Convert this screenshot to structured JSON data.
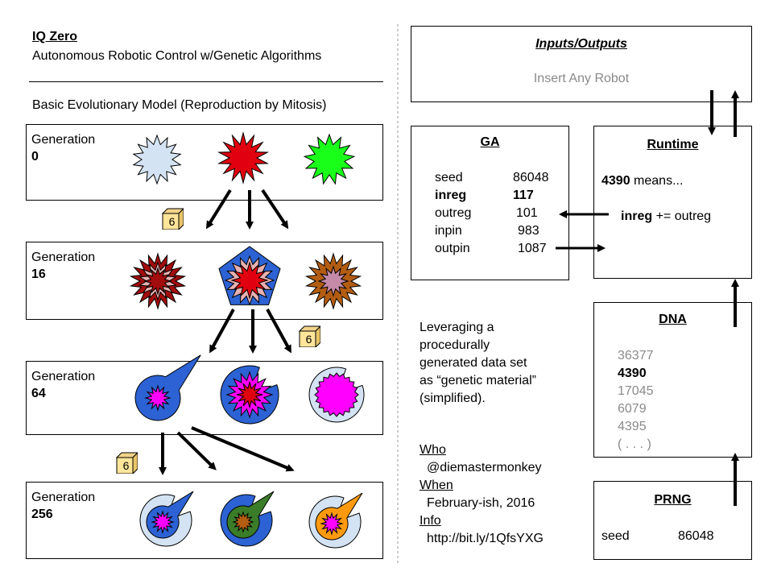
{
  "header": {
    "title": "IQ Zero",
    "subtitle": "Autonomous Robotic Control w/Genetic Algorithms"
  },
  "model_heading": "Basic Evolutionary Model (Reproduction by Mitosis)",
  "generations": [
    {
      "label": "Generation",
      "number": "0"
    },
    {
      "label": "Generation",
      "number": "16"
    },
    {
      "label": "Generation",
      "number": "64"
    },
    {
      "label": "Generation",
      "number": "256"
    }
  ],
  "dice": [
    "6",
    "6",
    "6"
  ],
  "io": {
    "title": "Inputs/Outputs",
    "placeholder": "Insert Any Robot"
  },
  "ga": {
    "title": "GA",
    "rows": [
      {
        "key": "seed",
        "value": "86048"
      },
      {
        "key": "inreg",
        "value": "117"
      },
      {
        "key": "outreg",
        "value": "101"
      },
      {
        "key": "inpin",
        "value": "983"
      },
      {
        "key": "outpin",
        "value": "1087"
      }
    ]
  },
  "runtime": {
    "title": "Runtime",
    "means_value": "4390",
    "means_suffix": " means...",
    "op_key": "inreg",
    "op_suffix": " += outreg"
  },
  "dna": {
    "title": "DNA",
    "values": [
      "36377",
      "4390",
      "17045",
      "6079",
      "4395",
      "( . . . )"
    ]
  },
  "prng": {
    "title": "PRNG",
    "key": "seed",
    "value": "86048"
  },
  "description": "Leveraging a procedurally generated data set as “genetic material” (simplified).",
  "credits": {
    "who_label": "Who",
    "who_value": "@diemastermonkey",
    "when_label": "When",
    "when_value": "February-ish, 2016",
    "info_label": "Info",
    "info_value": "http://bit.ly/1QfsYXG"
  },
  "colors": {
    "red": "#e0000f",
    "dark_red": "#a30d0d",
    "pink": "#e8b0b0",
    "green": "#19ff19",
    "light_blue": "#d4e3f3",
    "blue": "#2c62d3",
    "magenta": "#ff00ff",
    "brown": "#b35d12",
    "mauve": "#c48aa8",
    "dark_green": "#3b7c28",
    "orange": "#ff9a10",
    "die": "#ffe59a"
  }
}
